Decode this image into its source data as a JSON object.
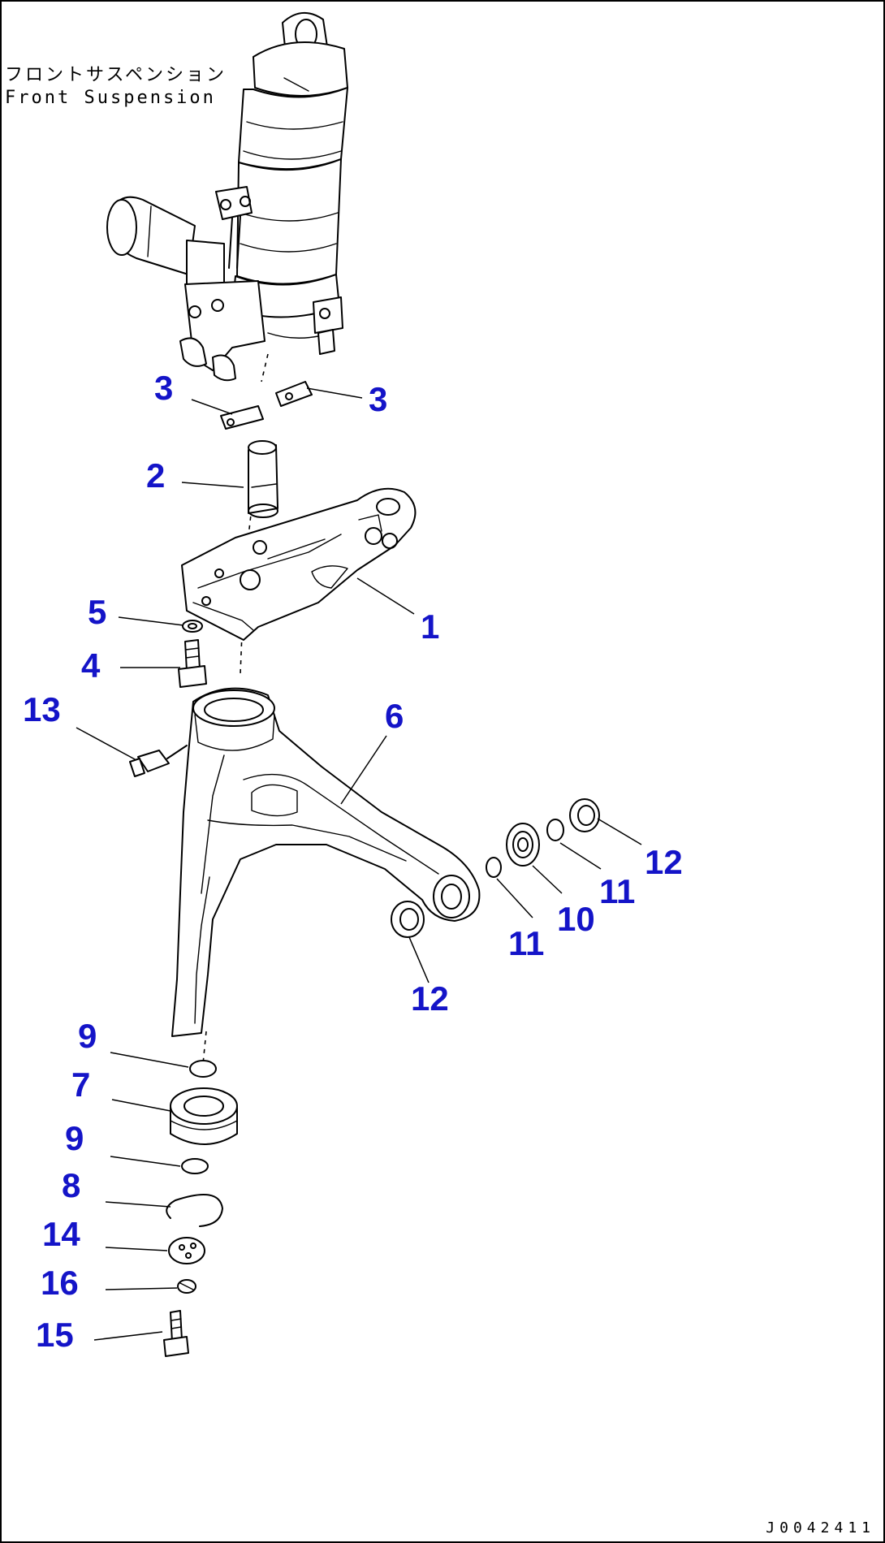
{
  "title": {
    "japanese": "フロントサスペンション",
    "english": "Front Suspension"
  },
  "drawing_code": "J0042411",
  "callouts": [
    {
      "label": "3"
    },
    {
      "label": "3"
    },
    {
      "label": "2"
    },
    {
      "label": "1"
    },
    {
      "label": "5"
    },
    {
      "label": "4"
    },
    {
      "label": "13"
    },
    {
      "label": "6"
    },
    {
      "label": "12"
    },
    {
      "label": "11"
    },
    {
      "label": "10"
    },
    {
      "label": "11"
    },
    {
      "label": "12"
    },
    {
      "label": "9"
    },
    {
      "label": "7"
    },
    {
      "label": "9"
    },
    {
      "label": "8"
    },
    {
      "label": "14"
    },
    {
      "label": "16"
    },
    {
      "label": "15"
    }
  ],
  "colors": {
    "callout": "#1414c8",
    "lines": "#000000",
    "background": "#ffffff"
  }
}
